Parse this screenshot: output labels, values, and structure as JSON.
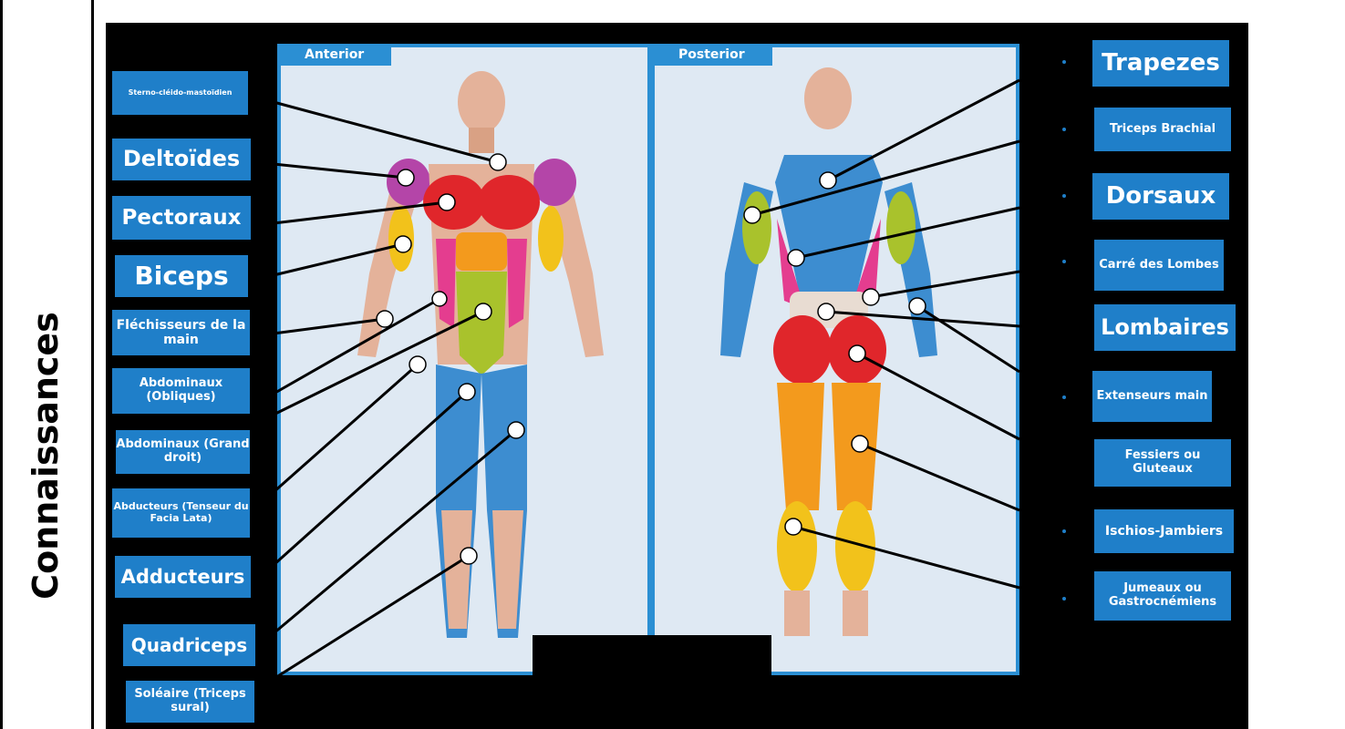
{
  "side_title": "Connaissances",
  "panels": {
    "anterior": "Anterior",
    "posterior": "Posterior"
  },
  "left_labels": [
    "Sterno-cléido-mastoïdien",
    "Deltoïdes",
    "Pectoraux",
    "Biceps",
    "Fléchisseurs de la main",
    "Abdominaux (Obliques)",
    "Abdominaux (Grand droit)",
    "Abducteurs (Tenseur du Facia Lata)",
    "Adducteurs",
    "Quadriceps",
    "Soléaire (Triceps sural)"
  ],
  "right_labels": [
    "Trapezes",
    "Triceps Brachial",
    "Dorsaux",
    "Carré des Lombes",
    "Lombaires",
    "Extenseurs main",
    "Fessiers ou Gluteaux",
    "Ischios-Jambiers",
    "Jumeaux ou Gastrocnémiens"
  ],
  "colors": {
    "label_bg": "#1f7fc9",
    "panel_border": "#2b8fd3",
    "panel_bg": "#dfe9f3",
    "muscle_red": "#e0262b",
    "muscle_purple": "#b445a8",
    "muscle_yellow": "#f2c21b",
    "muscle_orange": "#f39a1d",
    "muscle_green": "#a9c22c",
    "muscle_pink": "#e43d8f",
    "muscle_blue": "#3d8dd0",
    "skin": "#e4b29a"
  }
}
